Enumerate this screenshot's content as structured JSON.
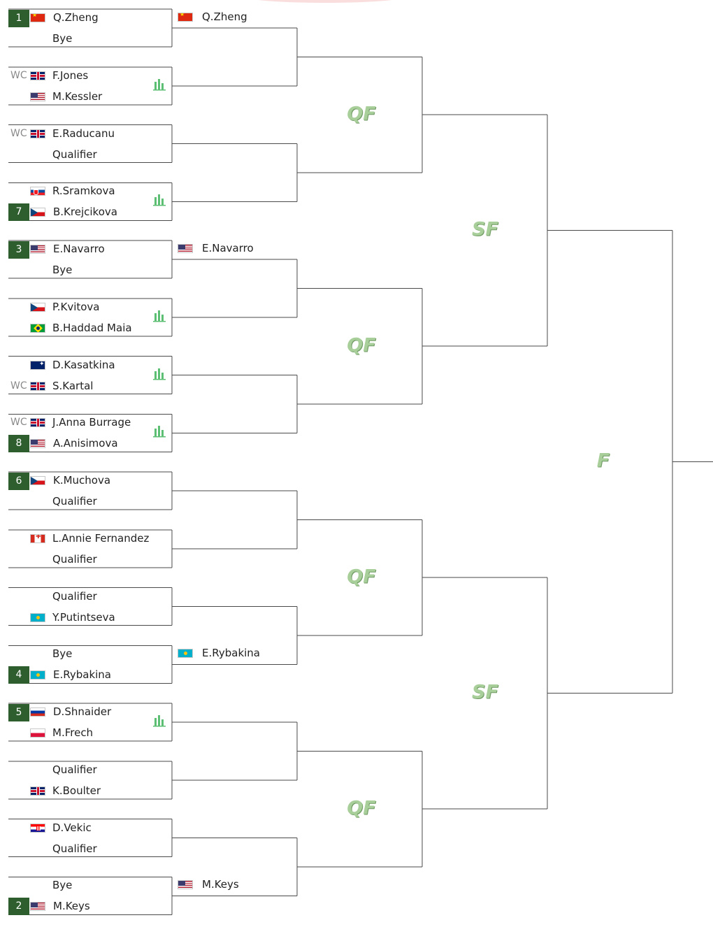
{
  "round_labels": {
    "qf": "QF",
    "sf": "SF",
    "f": "F"
  },
  "icons": {
    "stats": "bar-chart-icon",
    "stats_color": "#5cbf73",
    "seed_bg": "#2e5e2e"
  },
  "matches": [
    {
      "players": [
        {
          "seed": "1",
          "flag": "chn",
          "name": "Q.Zheng"
        },
        {
          "name": "Bye"
        }
      ],
      "stats": false
    },
    {
      "players": [
        {
          "wc": "WC",
          "flag": "gbr",
          "name": "F.Jones"
        },
        {
          "flag": "usa",
          "name": "M.Kessler"
        }
      ],
      "stats": true
    },
    {
      "players": [
        {
          "wc": "WC",
          "flag": "gbr",
          "name": "E.Raducanu"
        },
        {
          "name": "Qualifier"
        }
      ],
      "stats": false
    },
    {
      "players": [
        {
          "flag": "svk",
          "name": "R.Sramkova"
        },
        {
          "seed": "7",
          "flag": "cze",
          "name": "B.Krejcikova"
        }
      ],
      "stats": true
    },
    {
      "players": [
        {
          "seed": "3",
          "flag": "usa",
          "name": "E.Navarro"
        },
        {
          "name": "Bye"
        }
      ],
      "stats": false
    },
    {
      "players": [
        {
          "flag": "cze",
          "name": "P.Kvitova"
        },
        {
          "flag": "bra",
          "name": "B.Haddad Maia"
        }
      ],
      "stats": true
    },
    {
      "players": [
        {
          "flag": "aus",
          "name": "D.Kasatkina"
        },
        {
          "wc": "WC",
          "flag": "gbr",
          "name": "S.Kartal"
        }
      ],
      "stats": true
    },
    {
      "players": [
        {
          "wc": "WC",
          "flag": "gbr",
          "name": "J.Anna Burrage"
        },
        {
          "seed": "8",
          "flag": "usa",
          "name": "A.Anisimova"
        }
      ],
      "stats": true
    },
    {
      "players": [
        {
          "seed": "6",
          "flag": "cze",
          "name": "K.Muchova"
        },
        {
          "name": "Qualifier"
        }
      ],
      "stats": false
    },
    {
      "players": [
        {
          "flag": "can",
          "name": "L.Annie Fernandez"
        },
        {
          "name": "Qualifier"
        }
      ],
      "stats": false
    },
    {
      "players": [
        {
          "name": "Qualifier"
        },
        {
          "flag": "kaz",
          "name": "Y.Putintseva"
        }
      ],
      "stats": false
    },
    {
      "players": [
        {
          "name": "Bye"
        },
        {
          "seed": "4",
          "flag": "kaz",
          "name": "E.Rybakina"
        }
      ],
      "stats": false
    },
    {
      "players": [
        {
          "seed": "5",
          "flag": "rus",
          "name": "D.Shnaider"
        },
        {
          "flag": "pol",
          "name": "M.Frech"
        }
      ],
      "stats": true
    },
    {
      "players": [
        {
          "name": "Qualifier"
        },
        {
          "flag": "gbr",
          "name": "K.Boulter"
        }
      ],
      "stats": false
    },
    {
      "players": [
        {
          "flag": "cro",
          "name": "D.Vekic"
        },
        {
          "name": "Qualifier"
        }
      ],
      "stats": false
    },
    {
      "players": [
        {
          "name": "Bye"
        },
        {
          "seed": "2",
          "flag": "usa",
          "name": "M.Keys"
        }
      ],
      "stats": false
    }
  ],
  "round2": [
    {
      "slot": 0,
      "flag": "chn",
      "name": "Q.Zheng"
    },
    {
      "slot": 4,
      "flag": "usa",
      "name": "E.Navarro"
    },
    {
      "slot": 11,
      "flag": "kaz",
      "name": "E.Rybakina"
    },
    {
      "slot": 15,
      "flag": "usa",
      "name": "M.Keys"
    }
  ]
}
